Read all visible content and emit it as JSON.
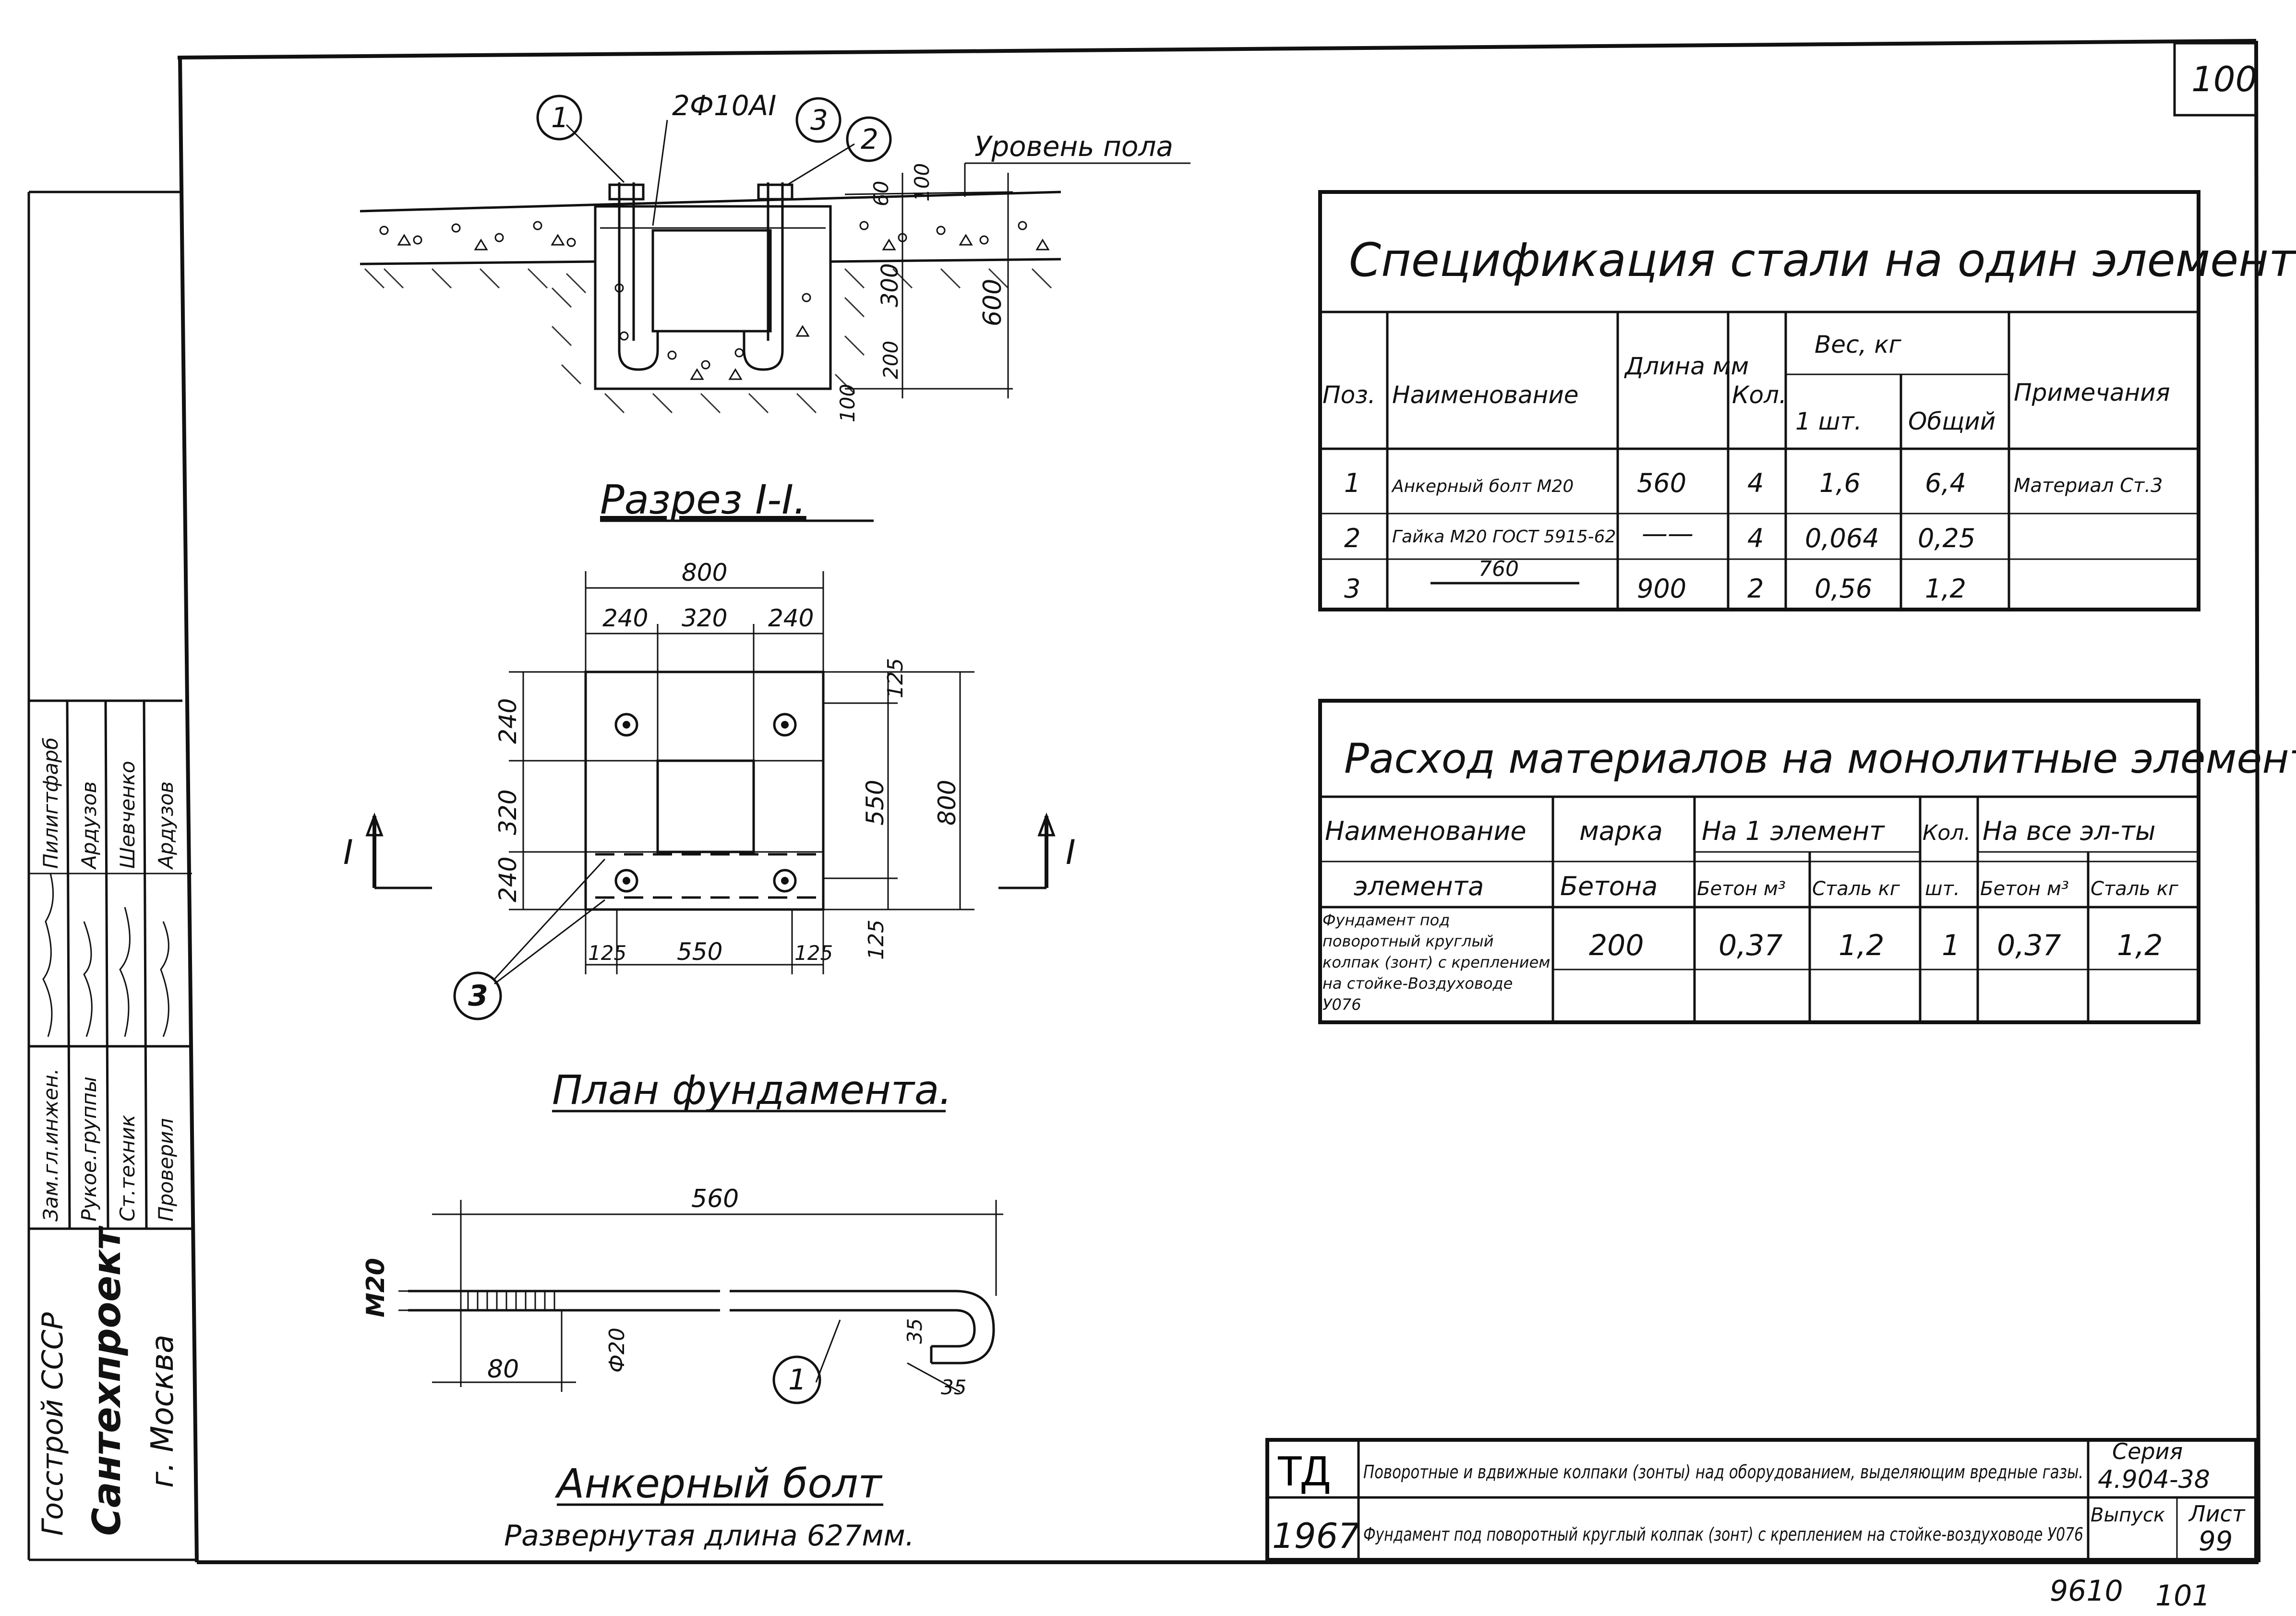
{
  "sheet": {
    "page_number": "100",
    "bottom_number_left": "9610",
    "bottom_number_right": "101"
  },
  "section": {
    "title": "Разрез I-I.",
    "pos1": "1",
    "pos2": "2",
    "pos3": "3",
    "rebar_label": "2Ф10АI",
    "floor_level": "Уровень пола",
    "dims": [
      "60",
      "100",
      "300",
      "600",
      "200",
      "100"
    ]
  },
  "plan": {
    "title": "План фундамента.",
    "top_total": "800",
    "top_parts": [
      "240",
      "320",
      "240"
    ],
    "left_parts": [
      "240",
      "320",
      "240"
    ],
    "right_dims": [
      "125",
      "550",
      "125"
    ],
    "right_total": "800",
    "bottom_dims": [
      "125",
      "550",
      "125"
    ],
    "section_mark": "I",
    "pos3": "3"
  },
  "bolt": {
    "title": "Анкерный болт",
    "subtitle": "Развернутая длина 627мм.",
    "length": "560",
    "thread": "М20",
    "diameter": "Ф20",
    "end_len": "80",
    "hook_a": "35",
    "hook_b": "35",
    "pos": "1"
  },
  "spec_table": {
    "title": "Спецификация стали на один элемент",
    "headers": {
      "pos": "Поз.",
      "name": "Наименование",
      "length": "Длина мм",
      "qty": "Кол.",
      "weight": "Вес, кг",
      "w_one": "1 шт.",
      "w_total": "Общий",
      "note": "Примечания"
    },
    "rows": [
      {
        "pos": "1",
        "name": "Анкерный болт М20",
        "length": "560",
        "qty": "4",
        "w_one": "1,6",
        "w_total": "6,4",
        "note": "Материал Ст.3"
      },
      {
        "pos": "2",
        "name": "Гайка М20 ГОСТ 5915-62",
        "length": "——",
        "qty": "4",
        "w_one": "0,064",
        "w_total": "0,25",
        "note": ""
      },
      {
        "pos": "3",
        "name": "760",
        "length": "900",
        "qty": "2",
        "w_one": "0,56",
        "w_total": "1,2",
        "note": ""
      }
    ]
  },
  "material_table": {
    "title": "Расход материалов на монолитные элементы",
    "headers": {
      "name1": "Наименование",
      "name2": "элемента",
      "grade1": "марка",
      "grade2": "Бетона",
      "per_element": "На 1 элемент",
      "concrete": "Бетон м³",
      "steel": "Сталь кг",
      "qty1": "Кол.",
      "qty2": "шт.",
      "all_elements": "На все эл-ты",
      "concrete_all": "Бетон м³",
      "steel_all": "Сталь кг"
    },
    "row": {
      "name": "Фундамент под поворотный круглый колпак (зонт) с креплением на стойке-Воздуховоде У076",
      "grade": "200",
      "concrete": "0,37",
      "steel": "1,2",
      "qty": "1",
      "concrete_all": "0,37",
      "steel_all": "1,2"
    }
  },
  "left_stamp": {
    "org1": "Госстрой СССР",
    "org2": "Сантехпроект",
    "org3": "г. Москва",
    "roles": [
      "Зам.гл.инжен.",
      "Рукое.группы",
      "Ст.техник",
      "Проверил"
    ],
    "names": [
      "Пилигтфарб",
      "Ардузов",
      "Шевченко",
      "Ардузов"
    ]
  },
  "title_block": {
    "td": "ТД",
    "year": "1967",
    "title_line1": "Поворотные и вдвижные колпаки (зонты) над оборудованием, выделяющим вредные газы.",
    "title_line2": "Фундамент под поворотный круглый колпак (зонт) с креплением на стойке-воздуховоде У076",
    "series_label": "Серия",
    "series_value": "4.904-38",
    "issue_label": "Выпуск",
    "sheet_label": "Лист",
    "sheet_value": "99"
  }
}
